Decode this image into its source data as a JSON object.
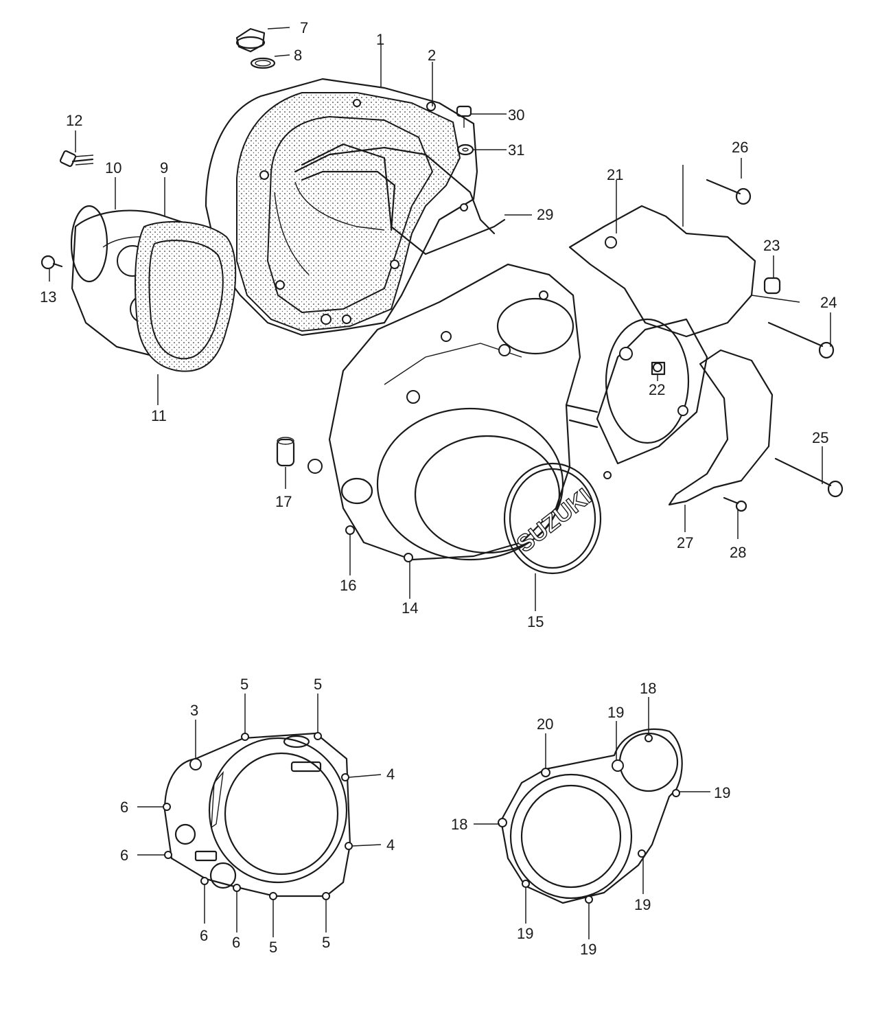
{
  "labels": {
    "l1": "1",
    "l2": "2",
    "l7": "7",
    "l8": "8",
    "l9": "9",
    "l10": "10",
    "l11": "11",
    "l12": "12",
    "l13": "13",
    "l14": "14",
    "l15": "15",
    "l16": "16",
    "l17": "17",
    "l21": "21",
    "l22": "22",
    "l23": "23",
    "l24": "24",
    "l25": "25",
    "l26": "26",
    "l27": "27",
    "l28": "28",
    "l29": "29",
    "l30": "30",
    "l31": "31",
    "b3": "3",
    "b5a": "5",
    "b5b": "5",
    "b4a": "4",
    "b4b": "4",
    "b6a": "6",
    "b6b": "6",
    "b6c": "6",
    "b6d": "6",
    "b5c": "5",
    "b5d": "5",
    "c18a": "18",
    "c18b": "18",
    "c20": "20",
    "c19a": "19",
    "c19b": "19",
    "c19c": "19",
    "c19d": "19",
    "c19e": "19"
  },
  "logo_text": "SUZUKI"
}
